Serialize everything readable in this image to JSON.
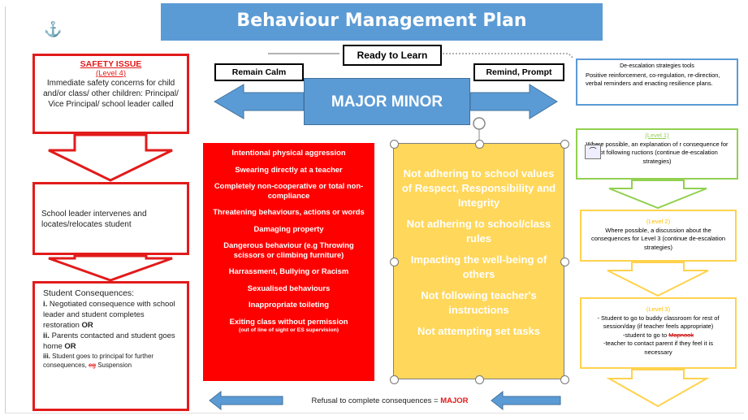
{
  "title": "Behaviour Management Plan",
  "ready_label": "Ready to Learn",
  "remain_calm_label": "Remain Calm",
  "remind_label": "Remind, Prompt",
  "major_minor_label": "MAJOR   MINOR",
  "safety": {
    "heading": "SAFETY ISSUE",
    "level": "(Level 4)",
    "body": "Immediate safety concerns for child and/or class/ other children: Principal/ Vice Principal/ school leader called"
  },
  "intervene_text": "School leader intervenes and locates/relocates student",
  "consequences": {
    "heading": "Student Consequences:",
    "item1_num": "i.",
    "item1": "Negotiated consequence with school leader and student completes restoration",
    "item1_or": "OR",
    "item2_num": "ii.",
    "item2": "Parents contacted and student goes home",
    "item2_or": "OR",
    "item3_num": "iii.",
    "item3": "Student goes to principal for further consequences,",
    "item3_strike": "eg",
    "item3_end": "Suspension"
  },
  "major_items": [
    "Intentional physical aggression",
    "Swearing directly at a teacher",
    "Completely non-cooperative or total non-compliance",
    "Threatening behaviours, actions or words",
    "Damaging property",
    "Dangerous behaviour (e.g Throwing scissors or climbing furniture)",
    "Harrassment, Bullying or Racism",
    "Sexualised behaviours",
    "Inappropriate toileting",
    "Exiting class without permission"
  ],
  "major_note": "(out of line of sight or ES supervision)",
  "minor_items": [
    "Not adhering to school values of Respect, Responsibility and Integrity",
    "Not adhering to school/class rules",
    "Impacting the well-being of others",
    "Not following teacher's instructions",
    "Not attempting set tasks"
  ],
  "deescalation": {
    "heading": "De-escalation strategies tools",
    "body": "Positive reinforcement, co-regulation, re-direction, verbal reminders and enacting resilience plans."
  },
  "level1": {
    "heading": "(Level 1)",
    "body": "Where possible, an explanation of        r consequence for not following        ructions (continue de-escalation strategies)"
  },
  "level2": {
    "heading": "(Level 2)",
    "body": "Where possible, a discussion about the consequences for Level 3 (continue de-escalation strategies)"
  },
  "level3": {
    "heading": "(Level 3)",
    "line1": "- Student to go to buddy classroom for rest of session/day (if teacher feels appropriate)",
    "line2": "-student to go to",
    "line2_strike": "Mapnook",
    "line3": "-teacher to contact parent if they feel it is necessary"
  },
  "refusal": {
    "text": "Refusal to complete consequences = ",
    "major": "MAJOR"
  },
  "colors": {
    "blue": "#5b9bd5",
    "red": "#ff0000",
    "yellow": "#ffd75a",
    "green": "#92d050"
  },
  "icons": [
    "anchor-icon",
    "rotate-handle-icon"
  ]
}
